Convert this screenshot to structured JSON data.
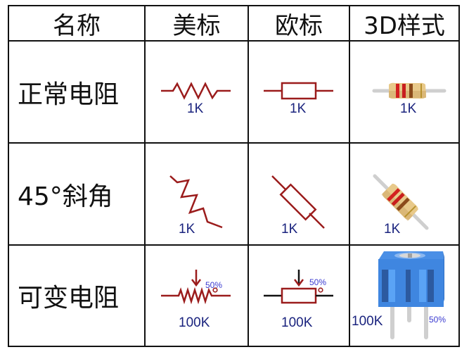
{
  "header": {
    "columns": [
      "名称",
      "美标",
      "欧标",
      "3D样式"
    ]
  },
  "rows": [
    {
      "label": "正常电阻",
      "us_value": "1K",
      "eu_value": "1K",
      "d3_value": "1K"
    },
    {
      "label": "45°斜角",
      "us_value": "1K",
      "eu_value": "1K",
      "d3_value": "1K"
    },
    {
      "label": "可变电阻",
      "us_value": "100K",
      "us_percent": "50%",
      "eu_value": "100K",
      "eu_percent": "50%",
      "d3_value": "100K",
      "d3_percent": "50%"
    }
  ],
  "colors": {
    "symbol": "#9b1c1c",
    "value_text": "#1a237e",
    "percent_text": "#3a3ad0",
    "grid": "#111111",
    "pot_body": "#3f86e0",
    "resistor_body": "#e8c98a",
    "lead": "#cfcfcf"
  },
  "icons": {
    "us_resistor": "zigzag-resistor-icon",
    "eu_resistor": "rectangle-resistor-icon",
    "resistor_3d": "3d-resistor-icon",
    "potentiometer_3d": "3d-trimmer-potentiometer-icon"
  }
}
